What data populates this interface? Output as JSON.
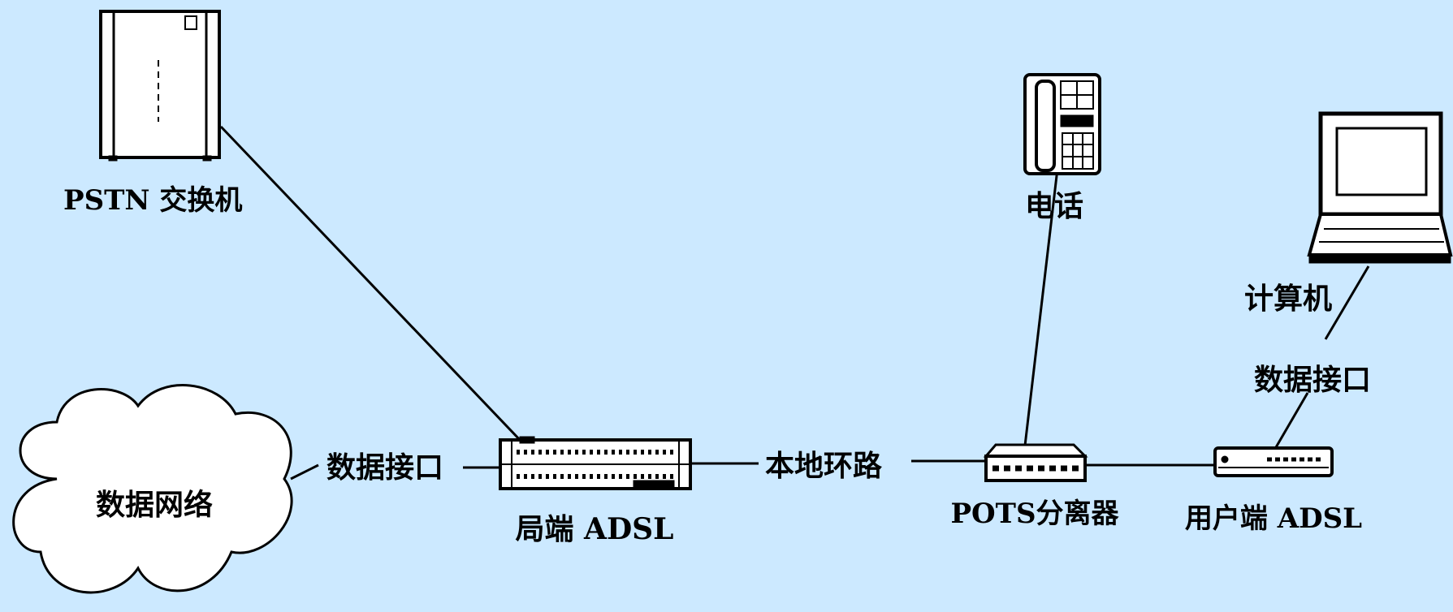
{
  "diagram": {
    "background": "#cce9ff",
    "stroke": "#000000",
    "nodes": {
      "pstn_switch": {
        "label": "PSTN 交换机"
      },
      "data_network": {
        "label": "数据网络"
      },
      "data_interface_left": {
        "label": "数据接口"
      },
      "central_adsl": {
        "label": "局端 ADSL"
      },
      "local_loop": {
        "label": "本地环路"
      },
      "pots_splitter": {
        "label": "POTS分离器"
      },
      "telephone": {
        "label": "电话"
      },
      "computer": {
        "label": "计算机"
      },
      "data_interface_right": {
        "label": "数据接口"
      },
      "user_adsl": {
        "label": "用户端 ADSL"
      }
    }
  }
}
